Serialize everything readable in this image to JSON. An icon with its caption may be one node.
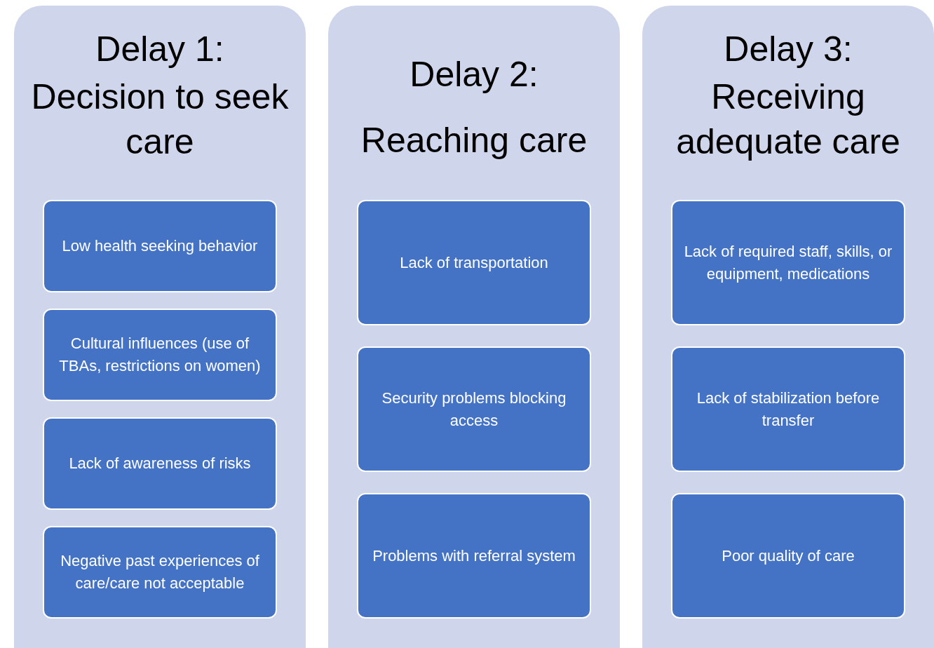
{
  "diagram": {
    "nodes": [
      {
        "text": [
          "Delay 1:",
          "Decision to seek care"
        ]
      },
      {
        "text": [
          "Low health seeking behavior"
        ],
        "in": 0
      },
      {
        "text": [
          "Cultural influences (use of TBAs, restrictions on women)"
        ],
        "in": 0
      },
      {
        "text": [
          "Lack of awareness of risks"
        ],
        "in": 0
      },
      {
        "text": [
          "Negative past experiences of care/care not acceptable"
        ],
        "in": 0
      },
      {
        "text": [
          "Delay 2:",
          "Reaching care"
        ]
      },
      {
        "text": [
          "Lack of transportation"
        ],
        "in": 5
      },
      {
        "text": [
          "Security problems blocking access"
        ],
        "in": 5
      },
      {
        "text": [
          "Problems with referral system"
        ],
        "in": 5
      },
      {
        "text": [
          "Delay 3:",
          "Receiving adequate care"
        ]
      },
      {
        "text": [
          "Lack of required staff, skills, or equipment, medications"
        ],
        "in": 9
      },
      {
        "text": [
          "Lack of stabilization before transfer"
        ],
        "in": 9
      },
      {
        "text": [
          "Poor quality of care"
        ],
        "in": 9
      }
    ]
  }
}
